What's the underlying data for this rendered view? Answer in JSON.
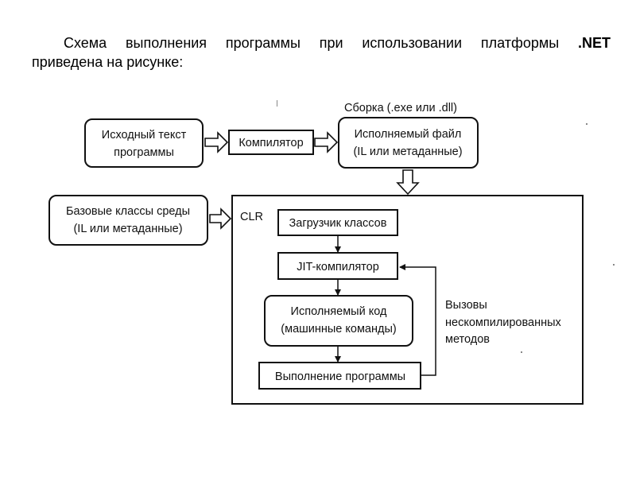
{
  "caption": {
    "line1": "Схема выполнения программы при использовании платформы",
    "net": ".NET",
    "line2": "приведена на рисунке:"
  },
  "diagram": {
    "source_text": [
      "Исходный текст",
      "программы"
    ],
    "compiler": "Компилятор",
    "assembly_label": "Сборка (.exe или .dll)",
    "executable_file": [
      "Исполняемый файл",
      "(IL или метаданные)"
    ],
    "base_classes": [
      "Базовые классы среды",
      "(IL или метаданные)"
    ],
    "clr_label": "CLR",
    "class_loader": "Загрузчик классов",
    "jit_compiler": "JIT-компилятор",
    "executable_code": [
      "Исполняемый код",
      "(машинные команды)"
    ],
    "program_execution": "Выполнение программы",
    "calls_label": [
      "Вызовы",
      "нескомпилированных",
      "методов"
    ]
  }
}
